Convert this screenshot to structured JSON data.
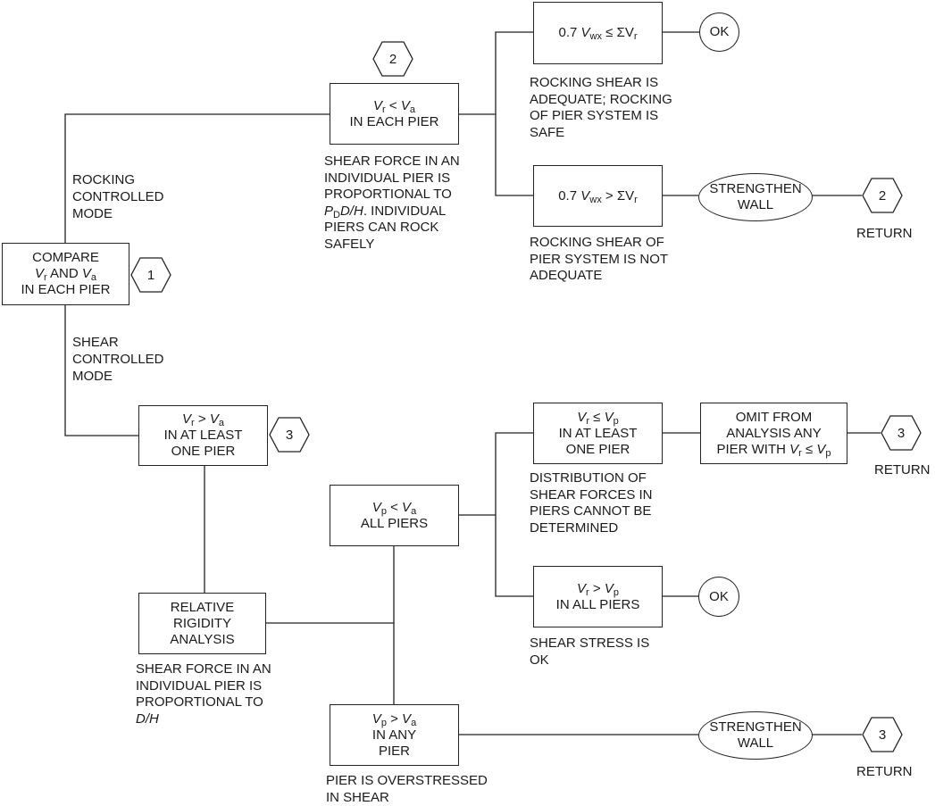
{
  "start": {
    "line1": "COMPARE",
    "line2_var1": "V",
    "line2_sub1": "r",
    "line2_mid": " AND ",
    "line2_var2": "V",
    "line2_sub2": "a",
    "line3": "IN EACH PIER",
    "marker": "1"
  },
  "modes": {
    "rocking": [
      "ROCKING",
      "CONTROLLED",
      "MODE"
    ],
    "shear": [
      "SHEAR",
      "CONTROLLED",
      "MODE"
    ]
  },
  "rocking_branch": {
    "marker": "2",
    "box": {
      "var1": "V",
      "sub1": "r",
      "op": " < ",
      "var2": "V",
      "sub2": "a",
      "line2": "IN EACH PIER"
    },
    "note": [
      "SHEAR FORCE IN AN",
      "INDIVIDUAL PIER IS",
      "PROPORTIONAL TO"
    ],
    "note_formula": {
      "var": "P",
      "sub": "D",
      "rest": "D/H",
      "tail": ". INDIVIDUAL"
    },
    "note_tail": [
      "PIERS CAN ROCK",
      "SAFELY"
    ],
    "check_ok": {
      "coef": "0.7 ",
      "var1": "V",
      "sub1": "wx",
      "op": " ≤ ΣV",
      "sub2": "r"
    },
    "ok_label": "OK",
    "ok_note": [
      "ROCKING SHEAR IS",
      "ADEQUATE; ROCKING",
      "OF PIER SYSTEM IS",
      "SAFE"
    ],
    "check_fail": {
      "coef": "0.7 ",
      "var1": "V",
      "sub1": "wx",
      "op": " > ΣV",
      "sub2": "r"
    },
    "fail_note": [
      "ROCKING SHEAR OF",
      "PIER SYSTEM IS NOT",
      "ADEQUATE"
    ],
    "strengthen": [
      "STRENGTHEN",
      "WALL"
    ],
    "return_marker": "2",
    "return_label": "RETURN"
  },
  "shear_branch": {
    "box": {
      "var1": "V",
      "sub1": "r",
      "op": " > ",
      "var2": "V",
      "sub2": "a",
      "line2": "IN AT LEAST",
      "line3": "ONE PIER"
    },
    "marker": "3",
    "rigidity": [
      "RELATIVE",
      "RIGIDITY",
      "ANALYSIS"
    ],
    "rigidity_note": [
      "SHEAR FORCE IN AN",
      "INDIVIDUAL PIER IS",
      "PROPORTIONAL TO",
      "D/H"
    ],
    "vp_all": {
      "var1": "V",
      "sub1": "p",
      "op": " < ",
      "var2": "V",
      "sub2": "a",
      "line2": "ALL PIERS"
    },
    "vr_le_vp": {
      "var1": "V",
      "sub1": "r",
      "op": " ≤ ",
      "var2": "V",
      "sub2": "p",
      "line2": "IN AT LEAST",
      "line3": "ONE PIER"
    },
    "dist_note": [
      "DISTRIBUTION OF",
      "SHEAR FORCES IN",
      "PIERS CANNOT BE",
      "DETERMINED"
    ],
    "omit": {
      "line1": "OMIT FROM",
      "line2": "ANALYSIS ANY",
      "line3_pre": "PIER WITH ",
      "var1": "V",
      "sub1": "r",
      "op": " ≤ ",
      "var2": "V",
      "sub2": "p"
    },
    "omit_return_marker": "3",
    "omit_return_label": "RETURN",
    "vr_gt_vp": {
      "var1": "V",
      "sub1": "r",
      "op": " > ",
      "var2": "V",
      "sub2": "p",
      "line2": "IN ALL PIERS"
    },
    "ok_label": "OK",
    "ok_note": [
      "SHEAR STRESS IS",
      "OK"
    ],
    "vp_any": {
      "var1": "V",
      "sub1": "p",
      "op": " > ",
      "var2": "V",
      "sub2": "a",
      "line2": "IN ANY",
      "line3": "PIER"
    },
    "over_note": [
      "PIER IS OVERSTRESSED",
      "IN SHEAR"
    ],
    "strengthen": [
      "STRENGTHEN",
      "WALL"
    ],
    "return_marker": "3",
    "return_label": "RETURN"
  }
}
